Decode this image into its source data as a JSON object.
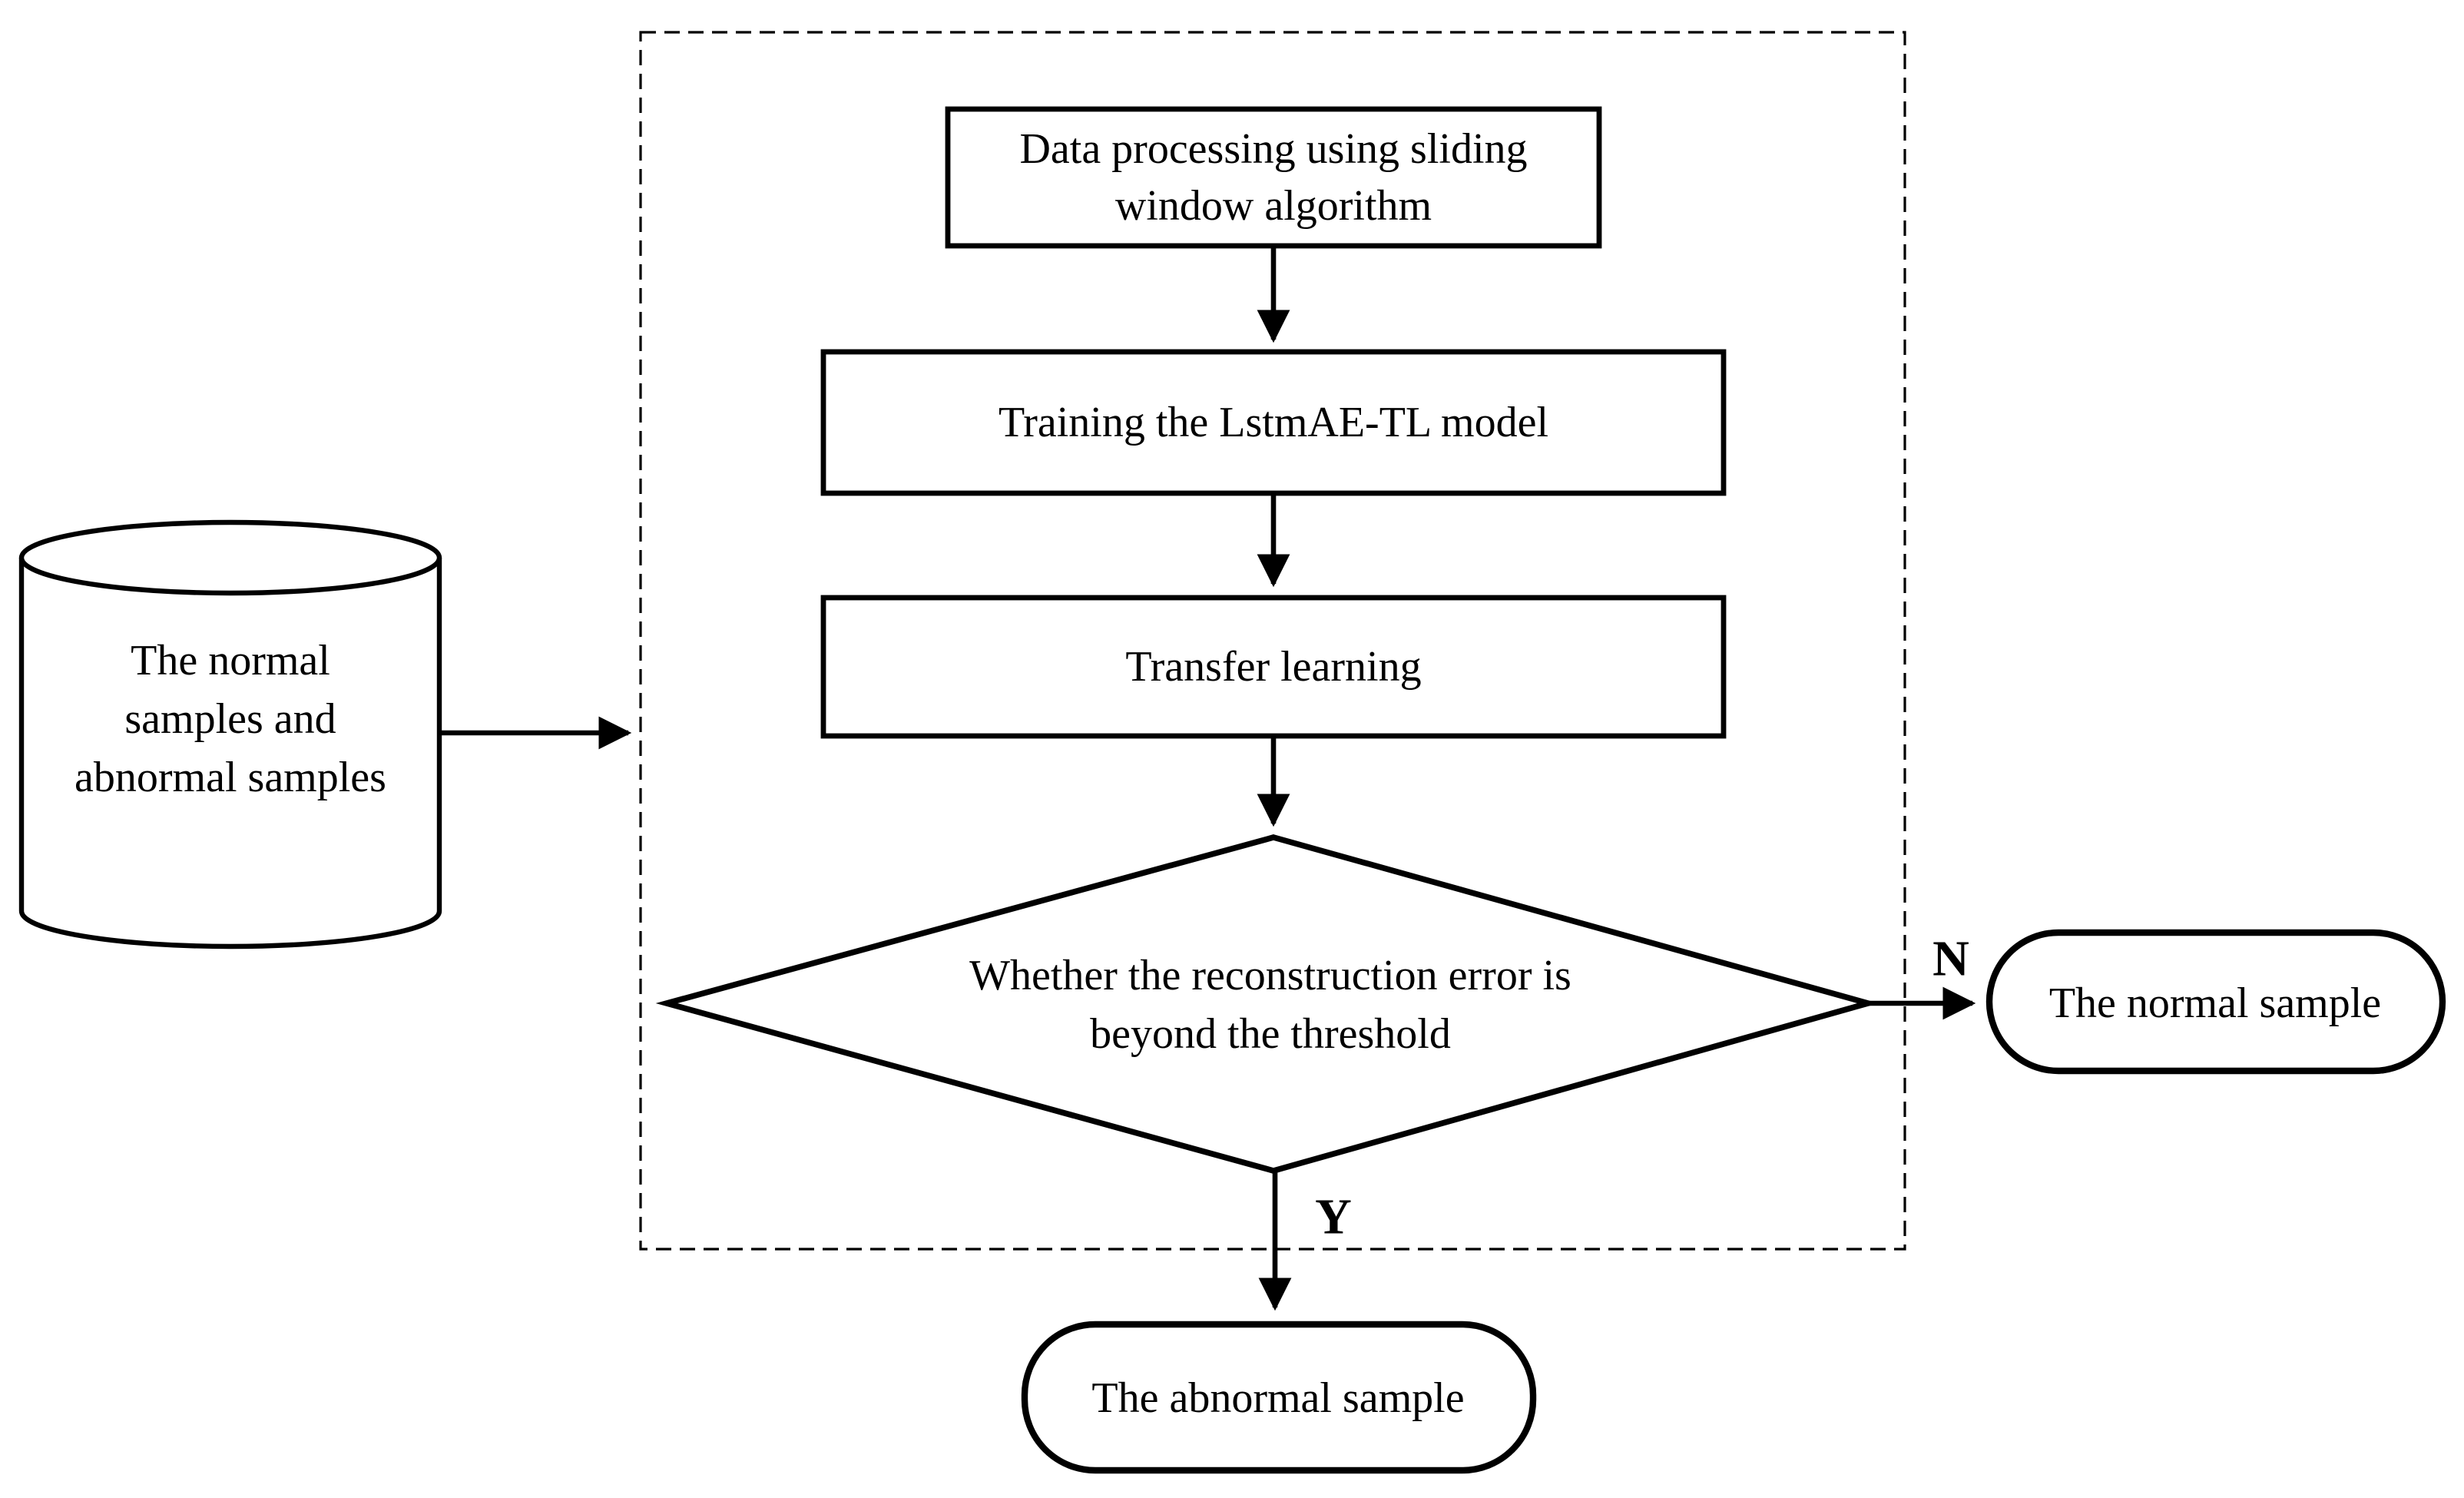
{
  "nodes": {
    "source": {
      "line1": "The normal",
      "line2": "samples and",
      "line3": "abnormal samples"
    },
    "data_processing": {
      "line1": "Data processing using sliding",
      "line2": "window algorithm"
    },
    "training": {
      "label": "Training the LstmAE-TL model"
    },
    "transfer": {
      "label": "Transfer learning"
    },
    "decision": {
      "line1": "Whether the reconstruction error is",
      "line2": "beyond the threshold"
    },
    "normal_result": {
      "label": "The normal sample"
    },
    "abnormal_result": {
      "label": "The abnormal sample"
    }
  },
  "edges": {
    "no_label": "N",
    "yes_label": "Y"
  },
  "colors": {
    "stroke": "#000000",
    "background": "#ffffff"
  }
}
